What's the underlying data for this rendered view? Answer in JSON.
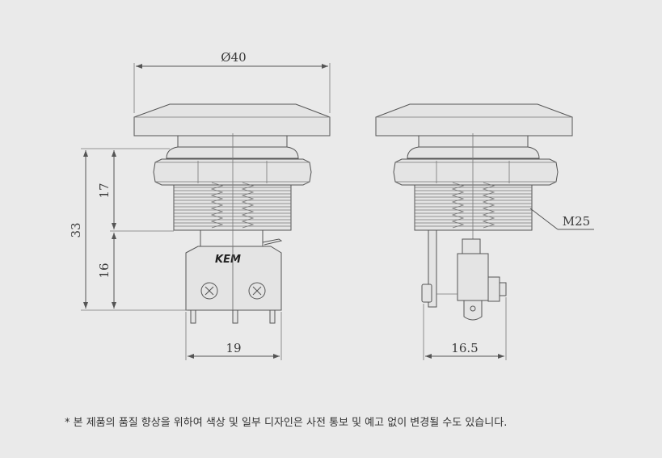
{
  "dimensions": {
    "head_diameter": "Ø40",
    "height_upper": "17",
    "height_total": "33",
    "height_lower": "16",
    "width_front": "19",
    "width_side": "16.5",
    "thread": "M25"
  },
  "brand_mark": "KEM",
  "footnote": "* 본 제품의 품질 향상을 위하여 색상 및 일부 디자인은 사전 통보 및 예고 없이 변경될 수도 있습니다."
}
